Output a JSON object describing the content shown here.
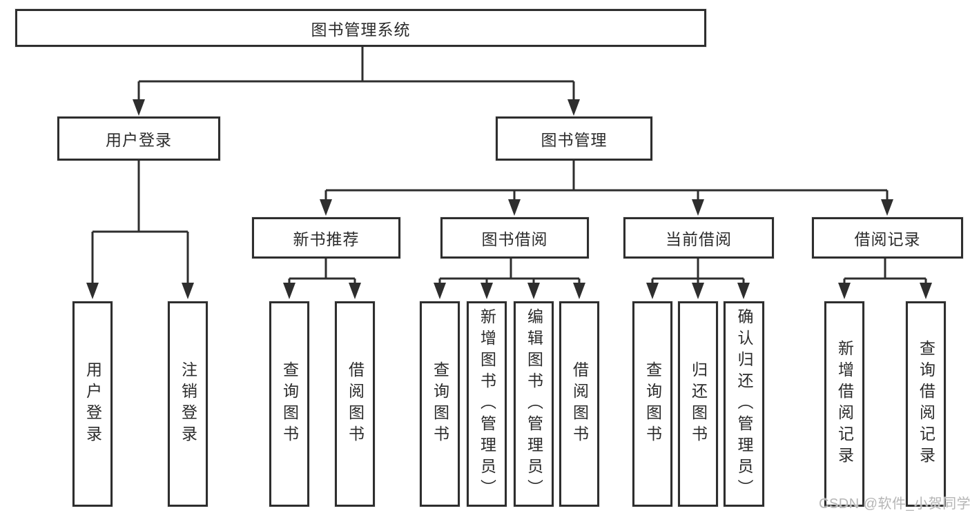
{
  "diagram": {
    "root": {
      "label": "图书管理系统"
    },
    "level2": {
      "user_login": {
        "label": "用户登录"
      },
      "book_management": {
        "label": "图书管理"
      }
    },
    "level3": {
      "new_book_recommend": {
        "label": "新书推荐"
      },
      "book_borrow": {
        "label": "图书借阅"
      },
      "current_borrow": {
        "label": "当前借阅"
      },
      "borrow_records": {
        "label": "借阅记录"
      }
    },
    "leaves": {
      "user_login_leaf": {
        "label": "用户登录"
      },
      "logout_leaf": {
        "label": "注销登录"
      },
      "recommend_query_books": {
        "label": "查询图书"
      },
      "recommend_borrow_books": {
        "label": "借阅图书"
      },
      "borrow_query_books": {
        "label": "查询图书"
      },
      "add_books_admin": {
        "label": "新增图书（管理员）"
      },
      "edit_books_admin": {
        "label": "编辑图书（管理员）"
      },
      "borrow_borrow_books": {
        "label": "借阅图书"
      },
      "current_query_books": {
        "label": "查询图书"
      },
      "return_books": {
        "label": "归还图书"
      },
      "confirm_return_admin": {
        "label": "确认归还（管理员）"
      },
      "add_borrow_record": {
        "label": "新增借阅记录"
      },
      "query_borrow_record": {
        "label": "查询借阅记录"
      }
    }
  },
  "watermark": {
    "text": "CSDN @软件_小贺同学"
  },
  "colors": {
    "line": "#2e2e2e",
    "text": "#2b2b2b",
    "box_background": "#ffffff",
    "watermark": "#b5b5b5",
    "page_background": "#ffffff"
  }
}
